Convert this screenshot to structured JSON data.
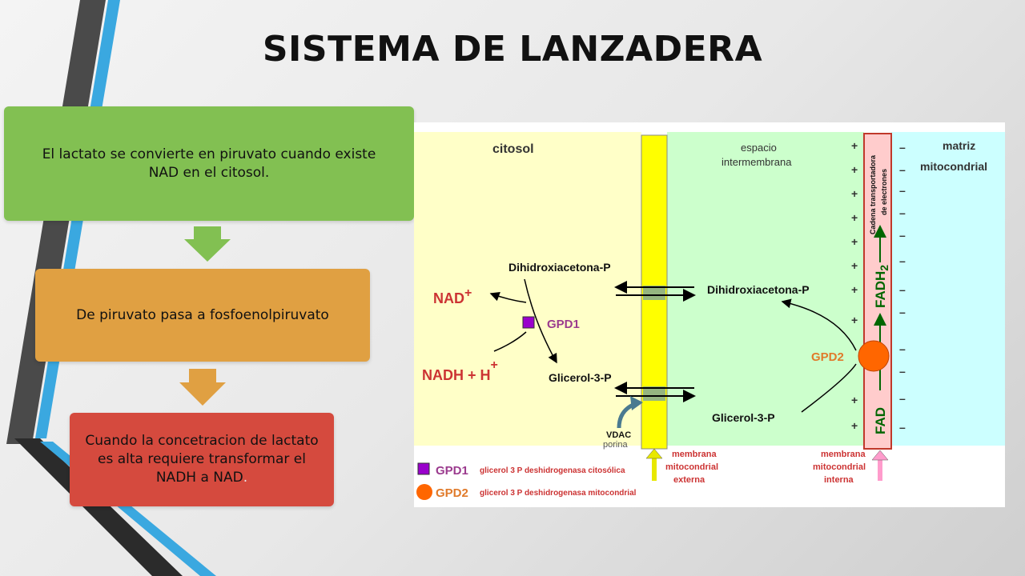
{
  "slide": {
    "title": "SISTEMA DE LANZADERA",
    "steps": [
      {
        "text": "El lactato se convierte en piruvato cuando existe NAD en el citosol.",
        "color": "#82c052"
      },
      {
        "text": "De piruvato pasa a fosfoenolpiruvato",
        "color": "#e0a042"
      },
      {
        "text": "Cuando la concetracion de lactato es alta requiere transformar  el NADH a NAD",
        "suffix": ".",
        "color": "#d54a3e"
      }
    ],
    "arrow_colors": [
      "#82c052",
      "#e0a042"
    ]
  },
  "diagram": {
    "regions": {
      "cytosol": "citosol",
      "intermembrane_1": "espacio",
      "intermembrane_2": "intermembrana",
      "matrix_1": "matriz",
      "matrix_2": "mitocondrial"
    },
    "cytosol_side": {
      "dhap": "Dihidroxiacetona-P",
      "g3p": "Glicerol-3-P",
      "enzyme": "GPD1",
      "nad": "NAD",
      "nad_sup": "+",
      "nadh": "NADH + H",
      "nadh_sup": "+"
    },
    "intermembrane_side": {
      "dhap": "Dihidroxiacetona-P",
      "g3p": "Glicerol-3-P",
      "enzyme": "GPD2"
    },
    "inner_membrane": {
      "chain_1": "Cadena transportadora",
      "chain_2": "de electrones",
      "fadh": "FADH",
      "fadh_sub": "2",
      "fad": "FAD"
    },
    "vdac": {
      "line1": "VDAC",
      "line2": "porina"
    },
    "membrane_labels": {
      "outer": [
        "membrana",
        "mitocondrial",
        "externa"
      ],
      "inner": [
        "membrana",
        "mitocondrial",
        "interna"
      ]
    },
    "legend": [
      {
        "symbol": "GPD1",
        "text": "glicerol 3 P deshidrogenasa citosólica"
      },
      {
        "symbol": "GPD2",
        "text": "glicerol 3 P deshidrogenasa mitocondrial"
      }
    ],
    "plus_sign": "+",
    "minus_sign": "–",
    "colors": {
      "cytosol": "#ffffc8",
      "intermembrane": "#ccffcc",
      "matrix": "#ccffff",
      "outer_membrane": "#ffff00",
      "inner_membrane": "#ffcccc",
      "gpd1": "#9900cc",
      "gpd2": "#ff6600",
      "text_red": "#cc3333",
      "text_green": "#006600"
    }
  }
}
